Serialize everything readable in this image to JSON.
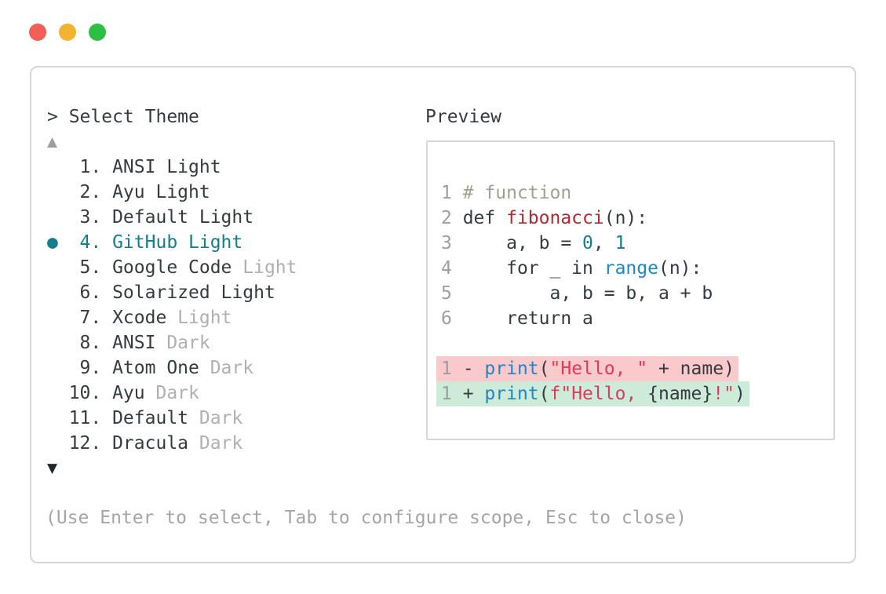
{
  "colors": {
    "fg": "#363b41",
    "muted": "#b0b0b0",
    "accent": "#11808a",
    "comment": "#9da390",
    "func": "#b02a33",
    "numlit": "#11808a",
    "builtin": "#2186c4",
    "str": "#df3a5e",
    "ln": "#9e9e9e",
    "border": "#d6d6d6",
    "help": "#a5a5a5",
    "arrow_up": "#9e9e9e",
    "arrow_down": "#23272b",
    "del_bg": "#f9c9cb",
    "add_bg": "#cdebd9",
    "light_red": "#f35e57",
    "light_yellow": "#f2b32e",
    "light_green": "#2cbf44"
  },
  "window": {
    "controls": [
      "close",
      "minimize",
      "zoom"
    ]
  },
  "theme_selector": {
    "prompt": "> Select Theme",
    "scroll_up_icon": "▲",
    "scroll_down_icon": "▼",
    "items": [
      {
        "bullet": "",
        "number": " 1.",
        "label": "ANSI Light",
        "muted": ""
      },
      {
        "bullet": "",
        "number": " 2.",
        "label": "Ayu Light",
        "muted": ""
      },
      {
        "bullet": "",
        "number": " 3.",
        "label": "Default Light",
        "muted": ""
      },
      {
        "bullet": "●",
        "number": " 4.",
        "label": "GitHub Light",
        "muted": ""
      },
      {
        "bullet": "",
        "number": " 5.",
        "label": "Google Code",
        "muted": " Light"
      },
      {
        "bullet": "",
        "number": " 6.",
        "label": "Solarized Light",
        "muted": ""
      },
      {
        "bullet": "",
        "number": " 7.",
        "label": "Xcode",
        "muted": " Light"
      },
      {
        "bullet": "",
        "number": " 8.",
        "label": "ANSI",
        "muted": " Dark"
      },
      {
        "bullet": "",
        "number": " 9.",
        "label": "Atom One",
        "muted": " Dark"
      },
      {
        "bullet": "",
        "number": "10.",
        "label": "Ayu",
        "muted": " Dark"
      },
      {
        "bullet": "",
        "number": "11.",
        "label": "Default",
        "muted": " Dark"
      },
      {
        "bullet": "",
        "number": "12.",
        "label": "Dracula",
        "muted": " Dark"
      }
    ],
    "selected_index": 4
  },
  "preview": {
    "title": "Preview",
    "lines": [
      {
        "num": "1",
        "tokens": [
          {
            "t": "# function",
            "c": "comment"
          }
        ]
      },
      {
        "num": "2",
        "tokens": [
          {
            "t": "def ",
            "c": "fg"
          },
          {
            "t": "fibonacci",
            "c": "func"
          },
          {
            "t": "(n):",
            "c": "fg"
          }
        ]
      },
      {
        "num": "3",
        "tokens": [
          {
            "t": "    a, b = ",
            "c": "fg"
          },
          {
            "t": "0",
            "c": "num"
          },
          {
            "t": ", ",
            "c": "fg"
          },
          {
            "t": "1",
            "c": "num"
          }
        ]
      },
      {
        "num": "4",
        "tokens": [
          {
            "t": "    for _ in ",
            "c": "fg"
          },
          {
            "t": "range",
            "c": "builtin"
          },
          {
            "t": "(n):",
            "c": "fg"
          }
        ]
      },
      {
        "num": "5",
        "tokens": [
          {
            "t": "        a, b = b, a + b",
            "c": "fg"
          }
        ]
      },
      {
        "num": "6",
        "tokens": [
          {
            "t": "    return a",
            "c": "fg"
          }
        ]
      }
    ],
    "diff_lines": [
      {
        "num": "1",
        "kind": "del",
        "tokens": [
          {
            "t": "- ",
            "c": "fg"
          },
          {
            "t": "print",
            "c": "builtin"
          },
          {
            "t": "(",
            "c": "fg"
          },
          {
            "t": "\"Hello, \"",
            "c": "str"
          },
          {
            "t": " + name)",
            "c": "fg"
          }
        ]
      },
      {
        "num": "1",
        "kind": "add",
        "tokens": [
          {
            "t": "+ ",
            "c": "fg"
          },
          {
            "t": "print",
            "c": "builtin"
          },
          {
            "t": "(",
            "c": "fg"
          },
          {
            "t": "f\"Hello, ",
            "c": "str"
          },
          {
            "t": "{name}",
            "c": "fg"
          },
          {
            "t": "!\"",
            "c": "str"
          },
          {
            "t": ")",
            "c": "fg"
          }
        ]
      }
    ]
  },
  "footer": {
    "help_text": "(Use Enter to select, Tab to configure scope, Esc to close)"
  }
}
